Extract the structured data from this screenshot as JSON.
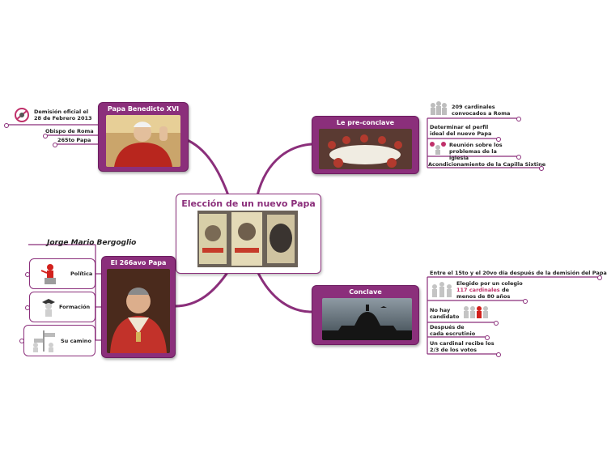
{
  "central": {
    "title": "Elección de un nuevo Papa"
  },
  "benedicto": {
    "title": "Papa Benedicto XVI",
    "notes": {
      "demision": "Demisión oficial el 28 de Febrero 2013",
      "obispo": "Obispo de Roma",
      "papa265": "265to Papa"
    }
  },
  "preconclave": {
    "title": "Le pre-conclave",
    "notes": {
      "cardinales": "209 cardinales convocados a Roma",
      "perfil": "Determinar el perfil ideal del nuevo Papa",
      "reunion": "Reunión sobre los problemas de la iglesia",
      "capilla": "Acondicionamiento de la Capilla Sixtine"
    }
  },
  "papa266": {
    "title": "El 266avo Papa",
    "name": "Jorge Mario Bergoglio",
    "boxes": {
      "politica": "Política",
      "formacion": "Formación",
      "camino": "Su camino"
    }
  },
  "conclave": {
    "title": "Conclave",
    "notes": {
      "entre": "Entre el 15to y el 20vo día después de la demisión del Papa",
      "elegido_pre": "Elegido por un colegio",
      "elegido_num": "117 cardinales",
      "elegido_post": "de",
      "elegido_line2": "menos de 80 años",
      "nohay": "No hay candidato",
      "despues": "Después de cada escrutinio",
      "uncardinal": "Un  cardinal recibe los 2/3 de los votos"
    }
  },
  "colors": {
    "accent": "#8b2f7b",
    "highlight": "#c0306a"
  }
}
